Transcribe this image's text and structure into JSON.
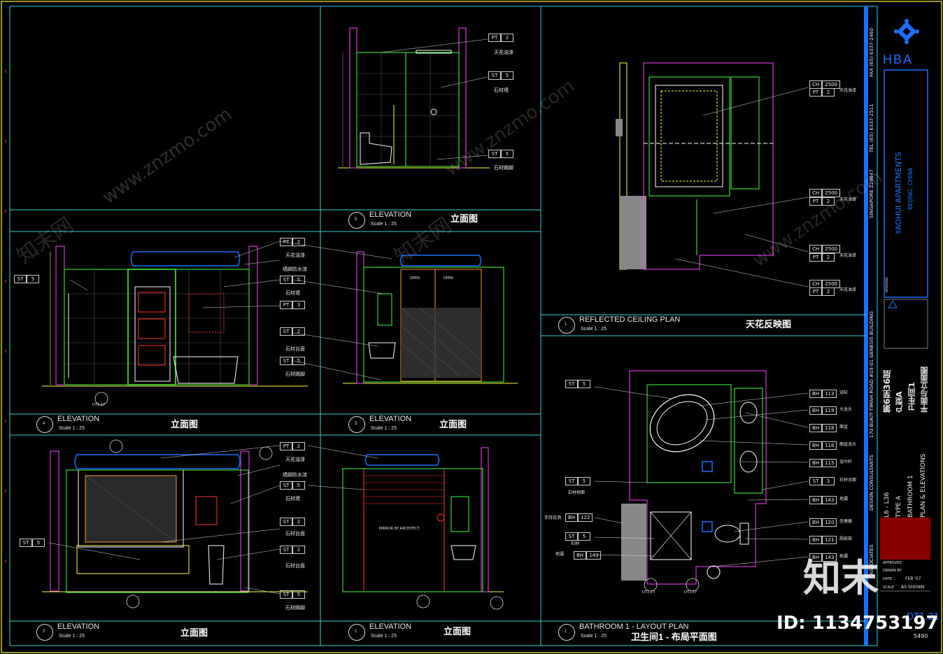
{
  "sheet": {
    "colors": {
      "frame": "#2fd4d4",
      "blue": "#1a6fff",
      "yellow": "#ffff40",
      "magenta": "#ff40ff",
      "green": "#40ff40",
      "red": "#ff3030",
      "white": "#ffffff"
    }
  },
  "panels": {
    "elev5": {
      "num": "5",
      "title": "ELEVATION",
      "scale": "Scale 1 : 25",
      "cn": "立面图"
    },
    "elev4": {
      "num": "4",
      "title": "ELEVATION",
      "scale": "Scale 1 : 25",
      "cn": "立面图"
    },
    "elev3": {
      "num": "3",
      "title": "ELEVATION",
      "scale": "Scale 1 : 25",
      "cn": "立面图"
    },
    "elev2": {
      "num": "2",
      "title": "ELEVATION",
      "scale": "Scale 1 : 25",
      "cn": "立面图"
    },
    "elev1": {
      "num": "1",
      "title": "ELEVATION",
      "scale": "Scale 1 : 25",
      "cn": "立面图"
    },
    "rcp": {
      "num": "1",
      "title": "REFLECTED CEILING PLAN",
      "scale": "Scale 1 : 25",
      "cn": "天花反映图"
    },
    "layout": {
      "num": "1",
      "title": "BATHROOM 1 - LAYOUT PLAN",
      "scale": "Scale 1 : 25",
      "cn": "卫生间1 - 布局平面图"
    }
  },
  "tags": {
    "pt2": "PT",
    "pt2v": "2",
    "st5": "ST",
    "st5v": "5",
    "st2v": "2",
    "pt3v": "3",
    "bh": "BH",
    "ch": "CH",
    "ch_val": "2500"
  },
  "notes": {
    "ceiling_paint": "天花油漆",
    "stone_wall": "石材墙",
    "stone_base": "石材踢脚",
    "stone_counter": "石材台面",
    "waterproof": "墙脚防水漆",
    "stone_floor": "石材地面",
    "ceiling_pnl": "天花油漆",
    "dim_open": "OPEN",
    "mirror_note": "MIRROR BY ARCHITECT",
    "bh_113": "113",
    "bh_119": "119",
    "bh_118": "118",
    "bh_116": "116",
    "bh_115": "115",
    "bh_143": "143",
    "bh_120": "120",
    "bh_121": "121",
    "bh_122": "122",
    "st_3": "3",
    "bath": "浴缸",
    "faucet": "大龙头",
    "basin": "面盆",
    "basin_tap": "面盆龙头",
    "robe": "浴巾杆",
    "stone_top": "石材台面",
    "floor_drain": "地漏",
    "toilet": "坐便器",
    "tp_holder": "厕纸架",
    "shower_head": "手持花洒",
    "floor": "石材",
    "drain2": "地漏",
    "detail_id": "DT1.27"
  },
  "title_block": {
    "logo_text": "HBA",
    "address": "170 BUKIT TIMAH ROAD #03-01 GENESIS BUILDING",
    "city": "SINGAPORE 229847",
    "tel": "TEL (65) 6337-2511",
    "fax": "FAX (65) 6337-2460",
    "firm": "DESIGN CONSULTANTS",
    "firm2": "ASSOCIATES",
    "project": "YAOHUI APARTMENTS",
    "project_loc": "BEIJING, CHINA",
    "revisions": "REVISIONS",
    "floors_cn": "第6至36层",
    "type_cn": "户型A",
    "bath_cn": "卫生间1",
    "plan_cn": "平面与立面图",
    "floors_en": "L6 - L36",
    "type_en": "TYPE A",
    "bath_en": "BATHROOM 1",
    "plan_en": "PLAN & ELEVATIONS",
    "approved": "APPROVED",
    "drawn": "DRAWN BY",
    "date": "DATE",
    "date_v": "FEB '07",
    "scale": "SCALE",
    "scale_v": "AS SHOWN",
    "sheet_no": "DT1.21",
    "rev_no": "5490"
  },
  "watermark": {
    "site": "www.znzmo.com",
    "brand_cn": "知末网",
    "big": "知末",
    "id": "ID: 1134753197"
  }
}
